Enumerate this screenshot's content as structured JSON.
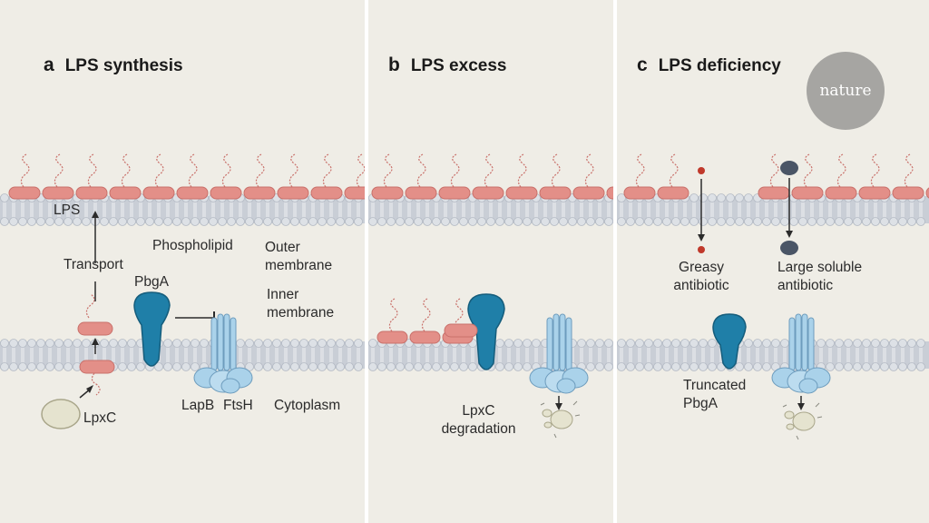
{
  "panels": [
    {
      "letter": "a",
      "title": "LPS synthesis"
    },
    {
      "letter": "b",
      "title": "LPS excess"
    },
    {
      "letter": "c",
      "title": "LPS deficiency"
    }
  ],
  "labels_a": {
    "lps": "LPS",
    "transport": "Transport",
    "phospholipid": "Phospholipid",
    "outer_membrane": "Outer\nmembrane",
    "pbga": "PbgA",
    "inner_membrane": "Inner\nmembrane",
    "lpxc": "LpxC",
    "lapb": "LapB",
    "ftsh": "FtsH",
    "cytoplasm": "Cytoplasm"
  },
  "labels_b": {
    "lpxc_degradation": "LpxC\ndegradation"
  },
  "labels_c": {
    "greasy_antibiotic": "Greasy\nantibiotic",
    "large_soluble_antibiotic": "Large soluble\nantibiotic",
    "truncated_pbga": "Truncated\nPbgA"
  },
  "logo": {
    "text": "nature"
  },
  "colors": {
    "background": "#efede6",
    "lps": "#e38f88",
    "lps_stroke": "#c9706a",
    "membrane_head": "#dde1e6",
    "membrane_band": "#c9ced6",
    "pbga": "#1f7fa8",
    "lapb_ftsh": "#aad2ea",
    "lpxc": "#e5e3cf",
    "greasy_dot": "#c0392b",
    "large_dot": "#4a5566"
  },
  "icons": [
    "lps-molecule",
    "pbga-protein",
    "lapb-ftsh-complex",
    "lpxc-enzyme",
    "greasy-antibiotic-dot",
    "large-antibiotic-dot",
    "degradation-fragments"
  ]
}
